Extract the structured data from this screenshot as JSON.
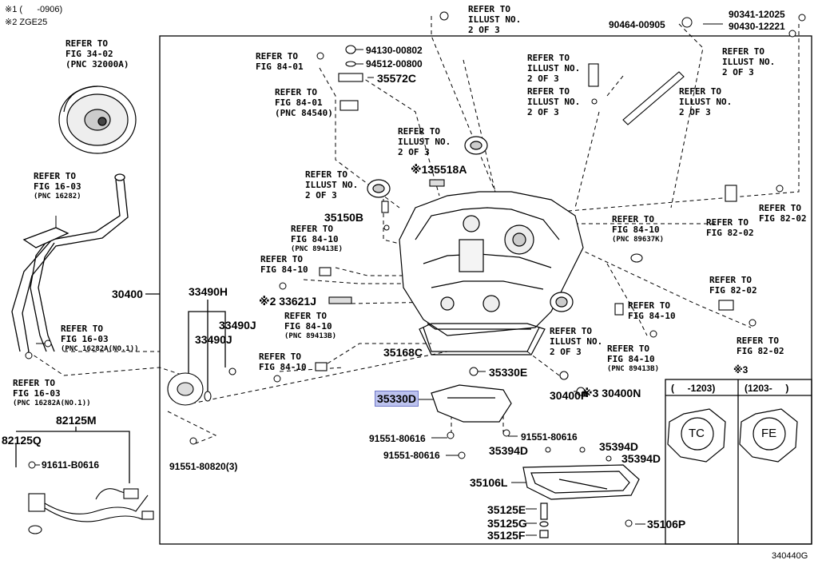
{
  "notes": {
    "note1": "※1 (      -0906)",
    "note2": "※2 ZGE25"
  },
  "drawing_id": "340440G",
  "refs": {
    "fig3402": [
      "REFER TO",
      "FIG 34-02",
      "(PNC 32000A)"
    ],
    "fig1603_top": [
      "REFER TO",
      "FIG 16-03",
      "(PNC 16282)"
    ],
    "fig1603_a": [
      "REFER TO",
      "FIG 16-03",
      "(PNC 16282A(NO.1))"
    ],
    "fig1603_b": [
      "REFER TO",
      "FIG 16-03",
      "(PNC 16282A(NO.1))"
    ],
    "fig8401_a": [
      "REFER TO",
      "FIG 84-01"
    ],
    "fig8401_b": [
      "REFER TO",
      "FIG 84-01",
      "(PNC 84540)"
    ],
    "illust_top": [
      "REFER TO",
      "ILLUST NO.",
      "2 OF 3"
    ],
    "illust_r1": [
      "REFER TO",
      "ILLUST NO.",
      "2 OF 3"
    ],
    "illust_r2": [
      "REFER TO",
      "ILLUST NO.",
      "2 OF 3"
    ],
    "illust_r3": [
      "REFER TO",
      "ILLUST NO.",
      "2 OF 3"
    ],
    "illust_r4": [
      "REFER TO",
      "ILLUST NO.",
      "2 OF 3"
    ],
    "illust_mid": [
      "REFER TO",
      "ILLUST NO.",
      "2 OF 3"
    ],
    "illust_left": [
      "REFER TO",
      "ILLUST NO.",
      "2 OF 3"
    ],
    "illust_low": [
      "REFER TO",
      "ILLUST NO.",
      "2 OF 3"
    ],
    "fig8410_e": [
      "REFER TO",
      "FIG 84-10",
      "(PNC 89413E)"
    ],
    "fig8410_a": [
      "REFER TO",
      "FIG 84-10"
    ],
    "fig8410_b": [
      "REFER TO",
      "FIG 84-10",
      "(PNC 89413B)"
    ],
    "fig8410_c": [
      "REFER TO",
      "FIG 84-10"
    ],
    "fig8410_k": [
      "REFER TO",
      "FIG 84-10",
      "(PNC 89637K)"
    ],
    "fig8410_r1": [
      "REFER TO",
      "FIG 84-10"
    ],
    "fig8410_r2": [
      "REFER TO",
      "FIG 84-10",
      "(PNC 89413B)"
    ],
    "fig8202_a": [
      "REFER TO",
      "FIG 82-02"
    ],
    "fig8202_b": [
      "REFER TO",
      "FIG 82-02"
    ],
    "fig8202_c": [
      "REFER TO",
      "FIG 82-02"
    ],
    "fig8202_d": [
      "REFER TO",
      "FIG 82-02"
    ]
  },
  "parts": {
    "p94130": "94130-00802",
    "p94512": "94512-00800",
    "p35572C": "35572C",
    "p90464": "90464-00905",
    "p90341": "90341-12025",
    "p90430": "90430-12221",
    "p135518A": "※135518A",
    "p35150B": "35150B",
    "p30400": "30400",
    "p33490H": "33490H",
    "p33490J_a": "33490J",
    "p33490J_b": "33490J",
    "p33621J": "※2 33621J",
    "p35168C": "35168C",
    "p35330E": "35330E",
    "p35330D": "35330D",
    "p30400P": "30400P",
    "p30400N": "※3 30400N",
    "p91551_80616_a": "91551-80616",
    "p91551_80616_b": "91551-80616",
    "p91551_80616_c": "91551-80616",
    "p91551_80820": "91551-80820(3)",
    "p35394D_a": "35394D",
    "p35394D_b": "35394D",
    "p35394D_c": "35394D",
    "p35106L": "35106L",
    "p35125E": "35125E",
    "p35125G": "35125G",
    "p35125F": "35125F",
    "p35106P": "35106P",
    "p82125M": "82125M",
    "p82125Q": "82125Q",
    "p91611": "91611-B0616"
  },
  "legend": {
    "title": "※3",
    "col1_header": "(     -1203)",
    "col2_header": "(1203-     )",
    "col1_mark": "TC",
    "col2_mark": "FE"
  }
}
